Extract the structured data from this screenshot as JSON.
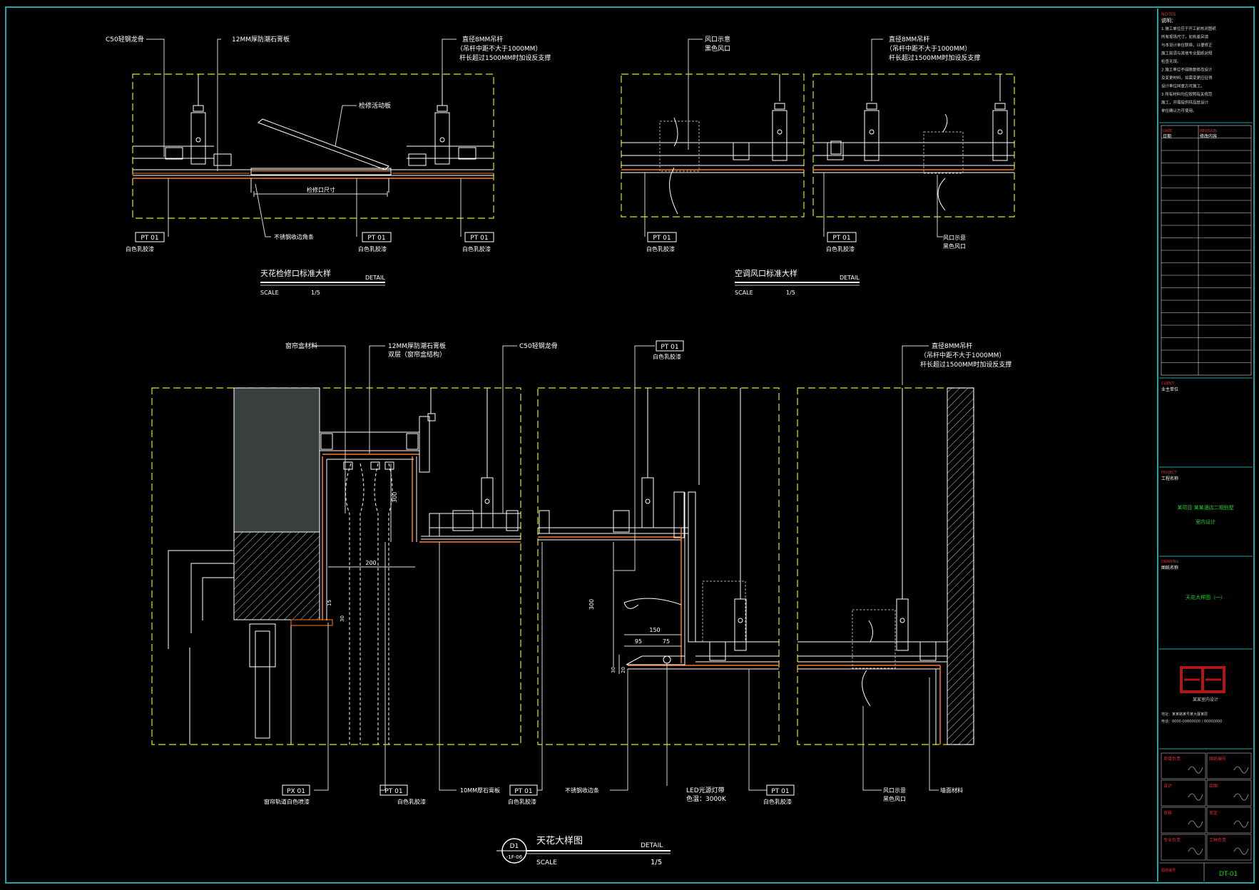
{
  "colors": {
    "frame": "#1fa5a5",
    "dash": "#e6e600",
    "line": "#ffffff",
    "dim": "#e0e0e0",
    "leader": "#d8d8d8",
    "label": "#ffffff",
    "redtext": "#e03030",
    "greentext": "#22cc22",
    "orange": "#ff7a20",
    "logo": "#b01818",
    "glass": "#3a3a3a",
    "glasstop": "#555555"
  },
  "detail_top_left": {
    "labels": {
      "c50": "C50轻钢龙骨",
      "gypsum": "12MM厚防潮石膏板",
      "rod": "直径8MM吊杆",
      "rod_note1": "（吊杆中距不大于1000MM）",
      "rod_note2": "杆长超过1500MM时加设反支撑",
      "hatch": "检修活动板",
      "dim_label": "检修口尺寸",
      "ss_trim": "不锈钢收边角条",
      "p1_left": "PT 01",
      "p1_mid": "PT 01",
      "p1_right": "PT 01",
      "paint_left": "白色乳胶漆",
      "paint_mid": "白色乳胶漆",
      "paint_right": "白色乳胶漆"
    },
    "title": "天花检修口标准大样",
    "detail_word": "DETAIL",
    "scale_word": "SCALE",
    "scale_value": "1/5"
  },
  "detail_top_right": {
    "labels": {
      "vent": "风口示意",
      "vent_sub": "黑色风口",
      "rod": "直径8MM吊杆",
      "rod_note1": "（吊杆中距不大于1000MM）",
      "rod_note2": "杆长超过1500MM时加设反支撑",
      "vent2": "风口示意",
      "vent2_sub": "黑色风口",
      "p1_left": "PT 01",
      "p1_right": "PT 01",
      "paint_left": "白色乳胶漆",
      "paint_right": "白色乳胶漆"
    },
    "title": "空调风口标准大样",
    "detail_word": "DETAIL",
    "scale_word": "SCALE",
    "scale_value": "1/5"
  },
  "detail_bottom": {
    "labels": {
      "curtain": "窗帘盒材料",
      "gypsum": "12MM厚防潮石膏板",
      "gypsum_sub": "双层（窗帘盒结构）",
      "c50": "C50轻钢龙骨",
      "p1_top": "PT 01",
      "paint_top": "白色乳胶漆",
      "rod": "直径8MM吊杆",
      "rod_note1": "（吊杆中距不大于1000MM）",
      "rod_note2": "杆长超过1500MM时加设反支撑",
      "px01": "PX 01",
      "px_sub": "窗帘轨道白色喷漆",
      "pt_a": "PT 01",
      "pt_a_sub": "白色乳胶漆",
      "board10": "10MM厚石膏板",
      "pt_b": "PT 01",
      "pt_b_sub": "白色乳胶漆",
      "ss_trim": "不锈钢收边条",
      "led": "LED光源灯带",
      "led_sub": "色温：3000K",
      "pt_c": "PT 01",
      "pt_c_sub": "白色乳胶漆",
      "vent": "风口示意",
      "vent_sub": "黑色风口",
      "wall": "墙面材料"
    },
    "dims": {
      "d300a": "300",
      "d200": "200",
      "d15": "15",
      "d30": "30",
      "d300b": "300",
      "d150": "150",
      "d95": "95",
      "d75": "75",
      "d30b": "30",
      "d20": "20"
    },
    "bubble_top": "D1",
    "bubble_bottom": "-1F-06",
    "title": "天花大样图",
    "detail_word": "DETAIL",
    "scale_word": "SCALE",
    "scale_value": "1/5"
  },
  "title_block": {
    "notes_head": "说明：",
    "notes_sub": "NOTES",
    "notes": [
      "1  施工单位应于开工前核对图纸",
      "所有现场尺寸，如有差异请",
      "与本设计单位联络，以便修正",
      "施工前须与其他专业图纸对照",
      "检查无误。",
      "2  施工单位不得随意修改设计",
      "及变更材料，如需变更应征得",
      "设计单位同意方可施工。",
      "3  所有材料均应按照有关规范",
      "施工，并需提供样品给设计",
      "单位确认方可使用。"
    ],
    "rev_head1": "日期",
    "rev_head2": "修改内容",
    "rev_head1_en": "DATE",
    "rev_head2_en": "REVISION",
    "client_en": "CLIENT",
    "client": "业主单位",
    "project_en": "PROJECT",
    "project_label": "工程名称",
    "project_line1": "某项目 某某酒店二期别墅",
    "project_line2": "室内设计",
    "drawing_en": "DRAWING",
    "drawing_label": "图纸名称",
    "drawing_title": "天花大样图（一）",
    "company": "某某室内设计",
    "address": "地址：某某路某号某大厦某层",
    "phone": "电话：0000-00000000 / 00000000",
    "cells": [
      {
        "k": "项目负责",
        "v": ""
      },
      {
        "k": "图纸编号",
        "v": ""
      },
      {
        "k": "设计",
        "v": ""
      },
      {
        "k": "绘图",
        "v": ""
      },
      {
        "k": "审核",
        "v": ""
      },
      {
        "k": "审定",
        "v": ""
      },
      {
        "k": "专业负责",
        "v": ""
      },
      {
        "k": "工种负责",
        "v": ""
      }
    ],
    "sheet_no_label": "图纸编号",
    "sheet_no": "DT-01"
  }
}
